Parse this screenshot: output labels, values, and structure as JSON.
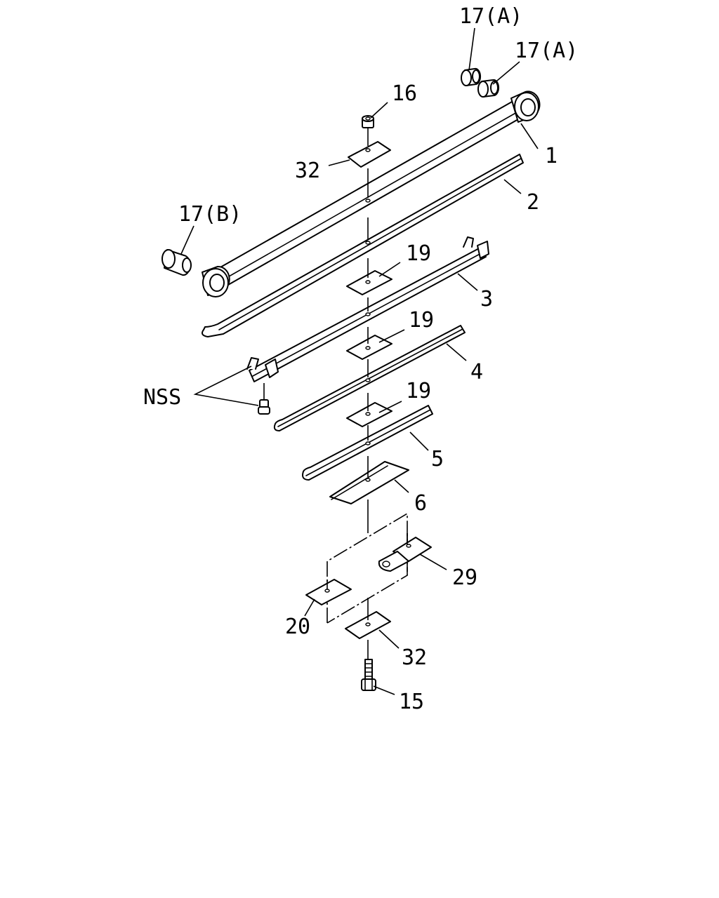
{
  "diagram": {
    "callouts": {
      "c17a_top": "17(A)",
      "c17a_second": "17(A)",
      "c16": "16",
      "c1": "1",
      "c32_top": "32",
      "c2": "2",
      "c17b": "17(B)",
      "c19_a": "19",
      "c3": "3",
      "c19_b": "19",
      "c4": "4",
      "nss": "NSS",
      "c19_c": "19",
      "c5": "5",
      "c6": "6",
      "c29": "29",
      "c20": "20",
      "c32_bottom": "32",
      "c15": "15"
    }
  }
}
